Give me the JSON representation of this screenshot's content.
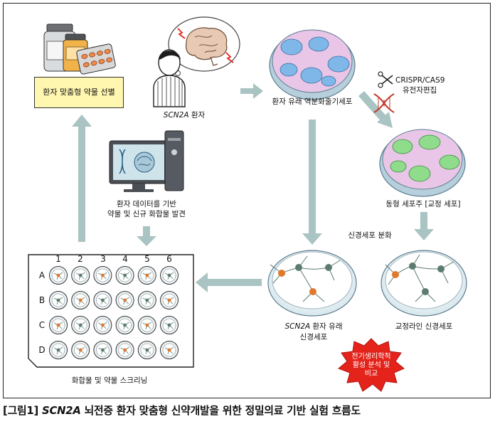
{
  "labels": {
    "drug_selection": "환자 맞춤형 약물 선별",
    "patient_gene": "SCN2A",
    "patient_suffix": " 환자",
    "ipsc": "환자 유래 역분화줄기세포",
    "crispr_line1": "CRISPR/CAS9",
    "crispr_line2": "유전자편집",
    "isogenic": "동형 세포주 [교정 세포]",
    "ai_line1": "환자 데이터를 기반",
    "ai_line2": "약물 및 신규 화합물 발견",
    "differentiation": "신경세포 분화",
    "patient_neuron_gene": "SCN2A",
    "patient_neuron_suffix": " 환자 유래",
    "patient_neuron_line2": "신경세포",
    "corrected_neuron": "교정라인 신경세포",
    "screening": "화합물 및 약물 스크리닝",
    "electro_line1": "전기생리학적",
    "electro_line2": "활성 분석 및",
    "electro_line3": "비교"
  },
  "plate": {
    "columns": [
      "1",
      "2",
      "3",
      "4",
      "5",
      "6"
    ],
    "rows": [
      "A",
      "B",
      "C",
      "D"
    ]
  },
  "caption": {
    "prefix": "[그림1] ",
    "gene": "SCN2A",
    "text": " 뇌전증 환자 맞춤형 신약개발을 위한 정밀의료 기반 실험 흐름도"
  },
  "colors": {
    "arrow": "#a9c4c2",
    "box_fill": "#fff6b0",
    "burst": "#e4231b",
    "ipsc_cells": "#7fb8e8",
    "corrected_cells": "#8fdc8c",
    "dish_medium": "#e9c6e8",
    "patient_neuron": "#e0782d",
    "neuron": "#5b7c6e"
  }
}
